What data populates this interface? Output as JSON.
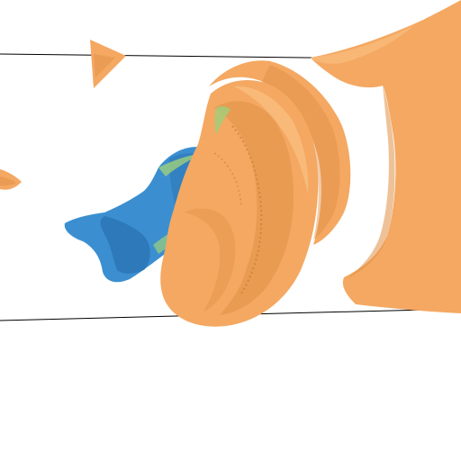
{
  "scene": {
    "background": "#ffffff",
    "colors": {
      "orange_surface": "#f4a862",
      "orange_shade": "#e08f45",
      "orange_highlight": "#fbc688",
      "blue_surface": "#3b8fd0",
      "blue_shade": "#2467a6",
      "green_accent": "#9fd07a",
      "bounding_box_line": "#000000"
    },
    "objects": [
      "bounding-box-frame",
      "orange-isosurface-right",
      "orange-isosurface-center",
      "blue-isosurface",
      "orange-fragment-top",
      "orange-fragment-left"
    ]
  }
}
